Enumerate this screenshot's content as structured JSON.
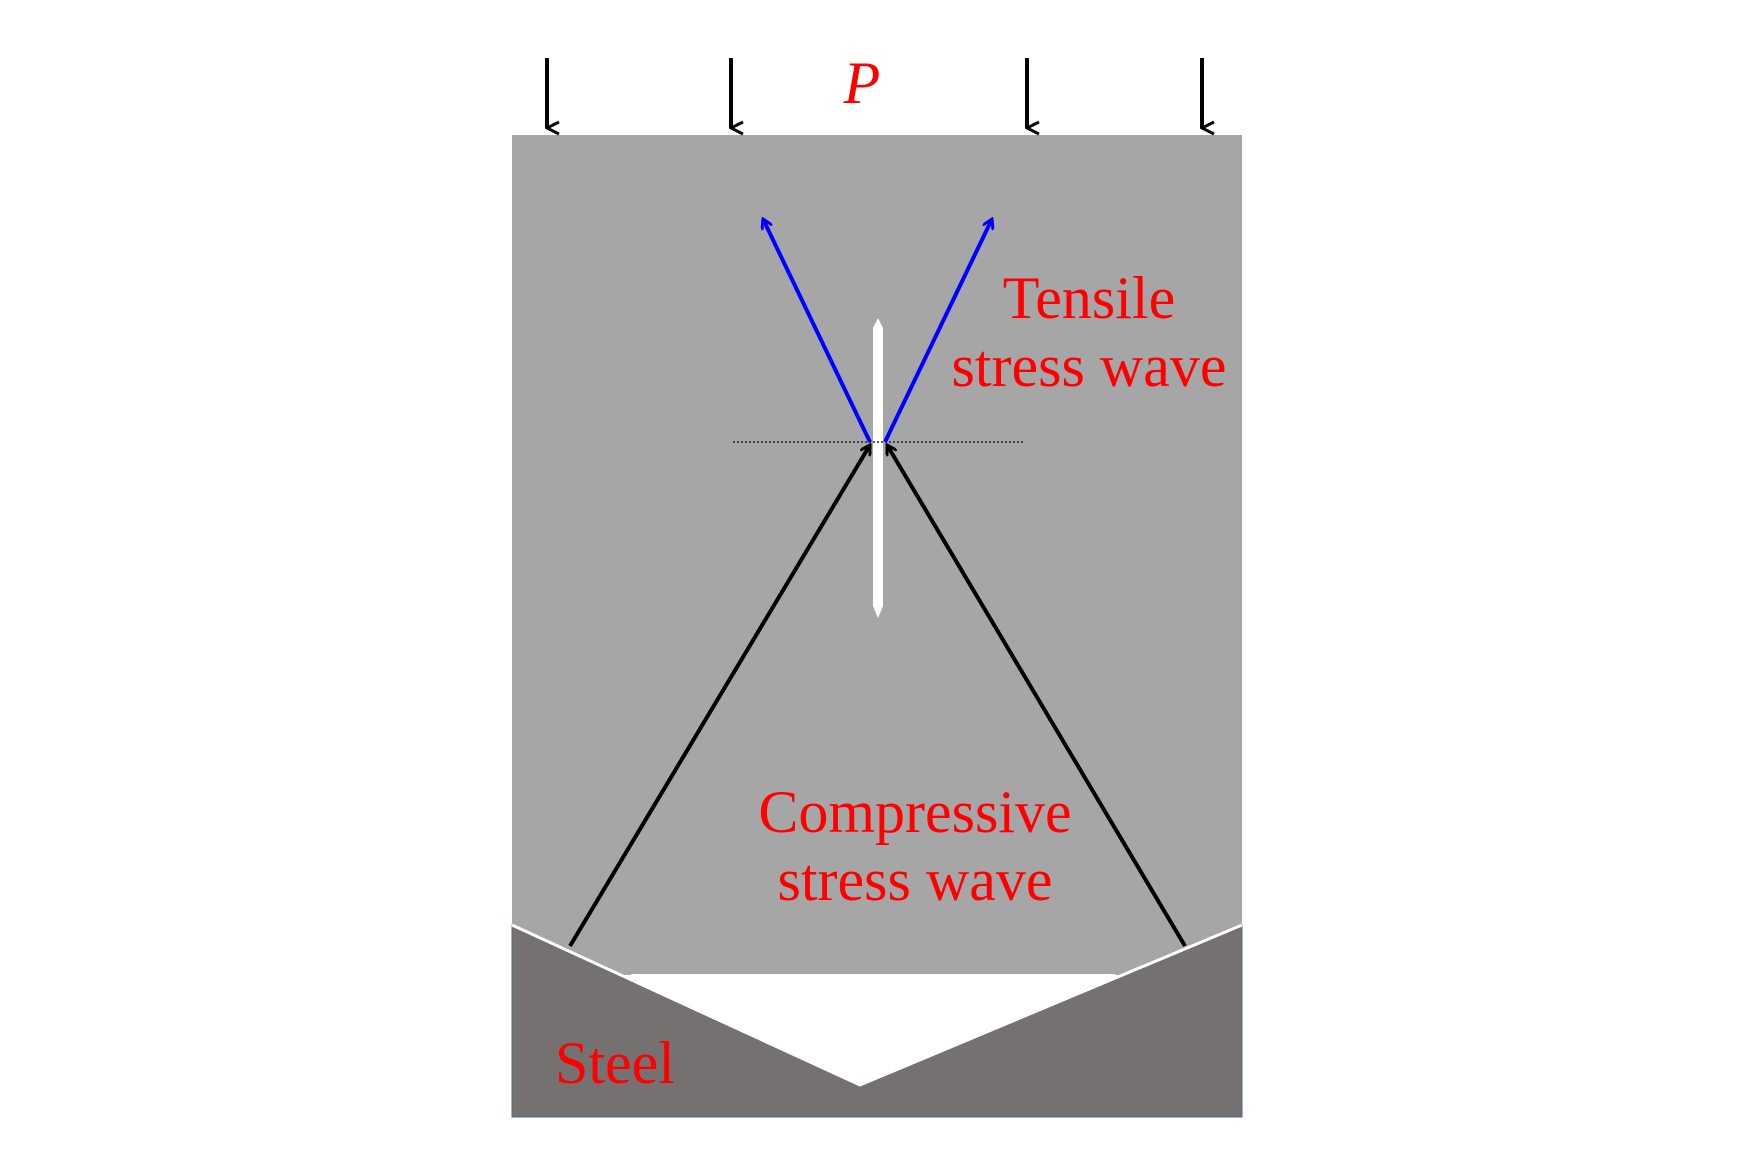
{
  "labels": {
    "load": "P",
    "tensile_line1": "Tensile",
    "tensile_line2": "stress wave",
    "compressive_line1": "Compressive",
    "compressive_line2": "stress wave",
    "steel": "Steel"
  },
  "colors": {
    "specimen": "#a6a6a6",
    "steel": "#767171",
    "label": "#ff0000",
    "tensile_arrow": "#0000ff",
    "compressive_arrow": "#000000",
    "crack": "#ffffff",
    "load_arrow": "#000000"
  }
}
